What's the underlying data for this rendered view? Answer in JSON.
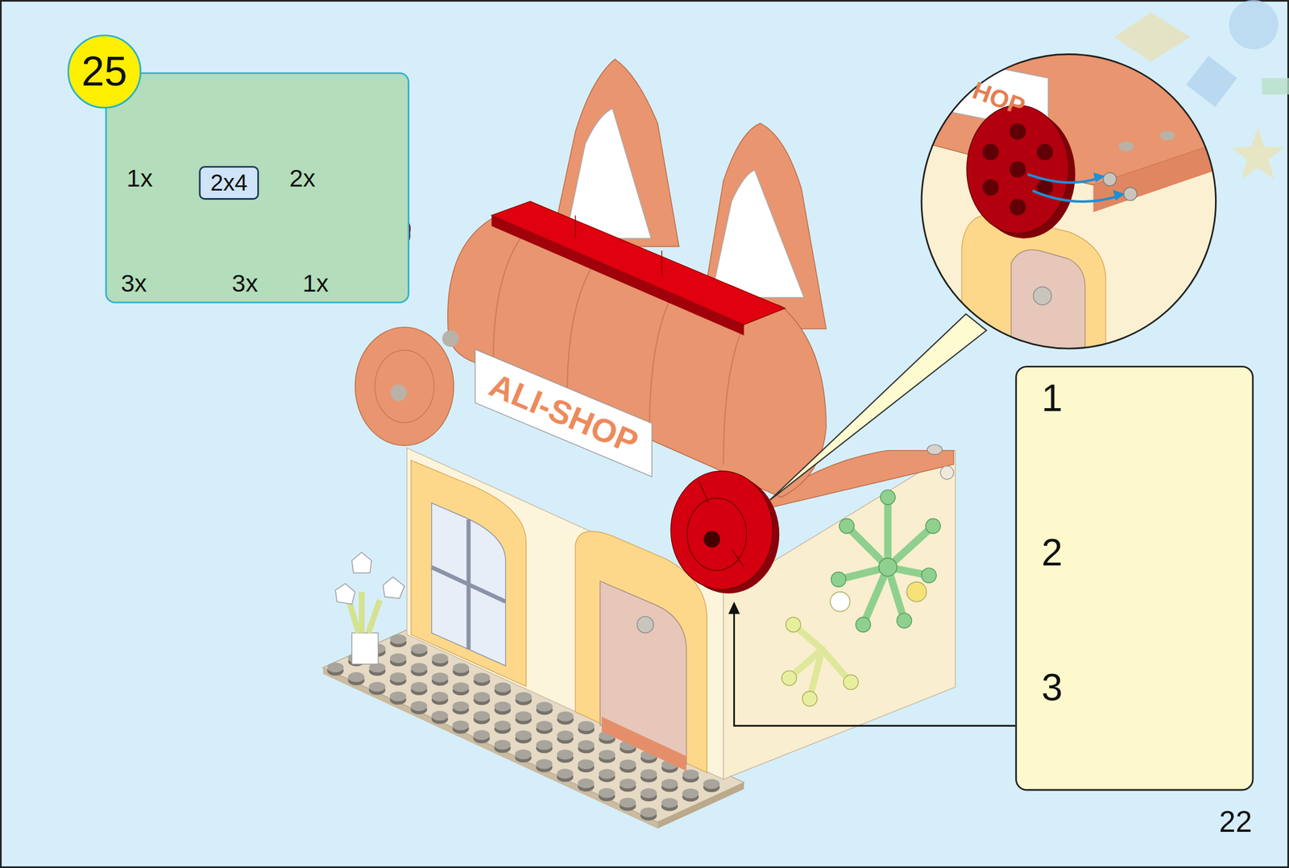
{
  "diagram": {
    "nodes": [
      {
        "text": [
          "25"
        ]
      },
      {
        "text": [
          "1x",
          "2x",
          "3x",
          "3x",
          "1x"
        ]
      },
      {
        "text": [
          "2x4"
        ],
        "in": 1
      },
      {
        "text": [
          "1",
          "2",
          "3"
        ]
      }
    ],
    "labels": [
      "ALI-SHOP",
      "HOP",
      "22"
    ]
  }
}
